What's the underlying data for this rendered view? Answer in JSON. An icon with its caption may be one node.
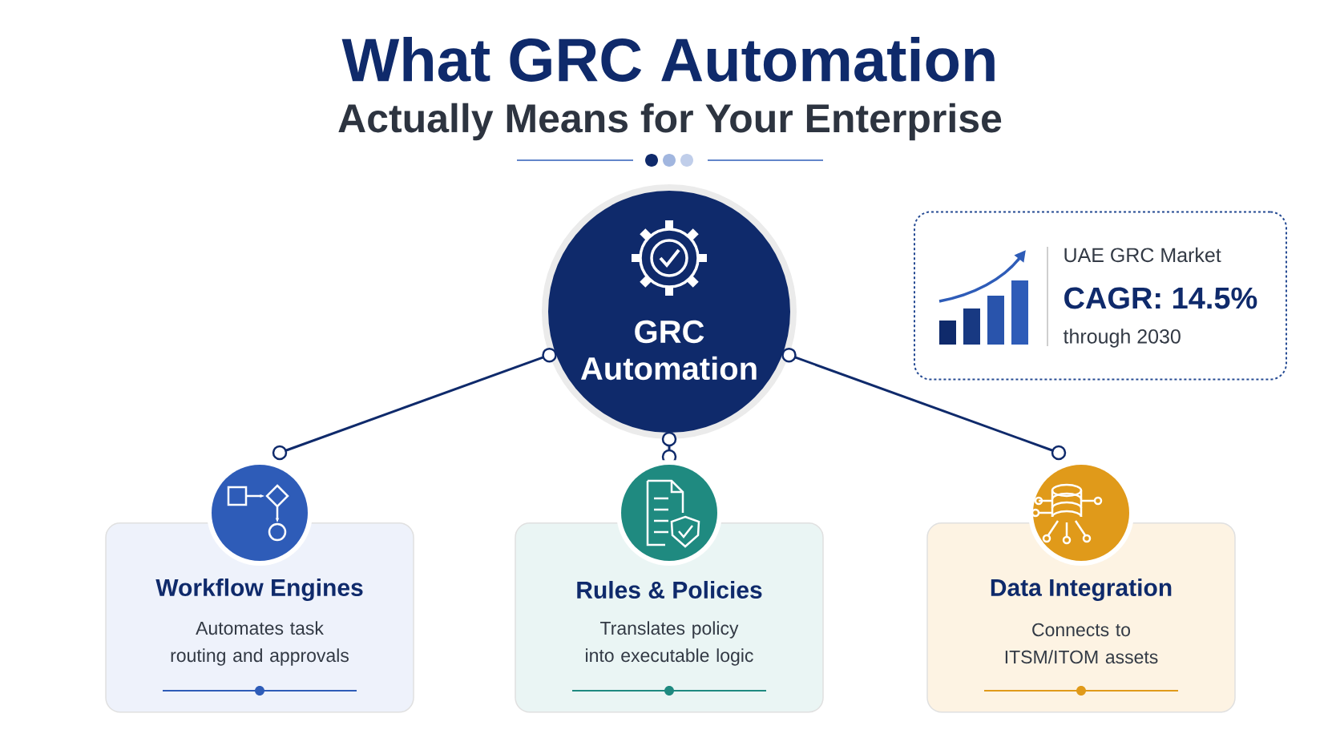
{
  "diagram": {
    "title": "What GRC Automation",
    "nodes": [
      {
        "text": [
          "GRC Automation"
        ]
      },
      {
        "text": [
          "UAE GRC Market",
          "CAGR: 14.5%",
          "through 2030"
        ]
      },
      {
        "text": [
          "Workflow Engines",
          "Automates task routing and approvals"
        ]
      },
      {
        "text": [
          "Rules & Policies",
          "Translates policy into executable logic"
        ]
      },
      {
        "text": [
          "Data Integration",
          "Connects to ITSM/ITOM assets"
        ]
      }
    ],
    "edges": [
      {
        "from": 0,
        "to": 2,
        "arrow": "other"
      },
      {
        "from": 0,
        "to": 3,
        "arrow": "other"
      },
      {
        "from": 0,
        "to": 4,
        "arrow": "other"
      }
    ],
    "labels": [
      "Actually Means for Your Enterprise"
    ]
  }
}
